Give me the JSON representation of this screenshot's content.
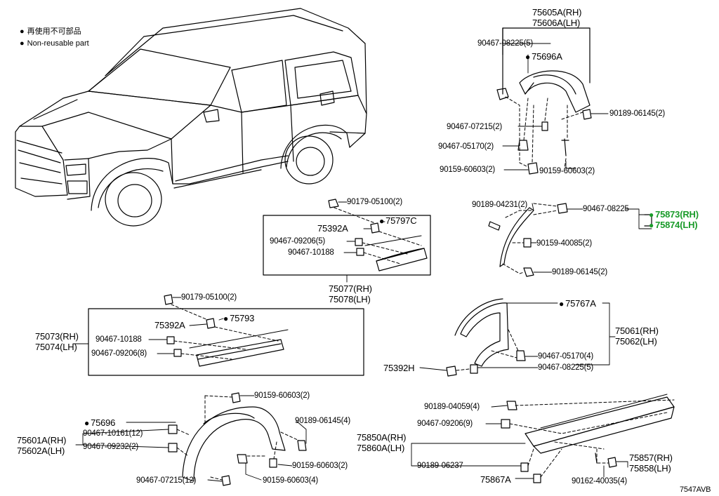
{
  "legend": {
    "jp": "再使用不可部品",
    "en": "Non-reusable part"
  },
  "colors": {
    "line": "#000000",
    "highlight": "#1a9b2a"
  },
  "diagram_code": "7547AVB",
  "groups": {
    "rear_upper": {
      "assy_rh": "75605A(RH)",
      "assy_lh": "75606A(LH)",
      "p1": "90467-08225(5)",
      "p2": "75696A",
      "p3": "90189-06145(2)",
      "p4": "90467-07215(2)",
      "p5": "90467-05170(2)",
      "p6": "90159-60603(2)",
      "p7": "90159-60603(2)"
    },
    "rear_lower": {
      "p1": "90189-04231(2)",
      "p2": "90467-08225",
      "assy_rh": "75873(RH)",
      "assy_lh": "75874(LH)",
      "p3": "90159-40085(2)",
      "p4": "90189-06145(2)"
    },
    "door_moulding": {
      "p1": "90179-05100(2)",
      "p2": "75797C",
      "p3": "75392A",
      "p4": "90467-09206(5)",
      "p5": "90467-10188",
      "assy_rh": "75077(RH)",
      "assy_lh": "75078(LH)"
    },
    "front_door_moulding": {
      "p1": "90179-05100(2)",
      "p2": "75392A",
      "p3": "75793",
      "assy_rh": "75073(RH)",
      "assy_lh": "75074(LH)",
      "p4": "90467-10188",
      "p5": "90467-09206(8)"
    },
    "quarter_arch": {
      "p1": "75767A",
      "assy_rh": "75061(RH)",
      "assy_lh": "75062(LH)",
      "p2": "90467-05170(4)",
      "p3": "75392H",
      "p4": "90467-08225(5)"
    },
    "front_arch": {
      "p1": "90159-60603(2)",
      "p2": "75696",
      "p3": "90189-06145(4)",
      "assy_rh": "75601A(RH)",
      "assy_lh": "75602A(LH)",
      "p4": "90467-10161(12)",
      "p5": "90467-09232(2)",
      "p6": "90159-60603(2)",
      "p7": "90467-07215(12)",
      "p8": "90159-60603(4)"
    },
    "rocker": {
      "p1": "90189-04059(4)",
      "p2": "90467-09206(9)",
      "assy_rh": "75850A(RH)",
      "assy_lh": "75860A(LH)",
      "p3": "90189-06237",
      "p4": "75857(RH)",
      "p5": "75858(LH)",
      "p6": "75867A",
      "p7": "90162-40035(4)"
    }
  }
}
